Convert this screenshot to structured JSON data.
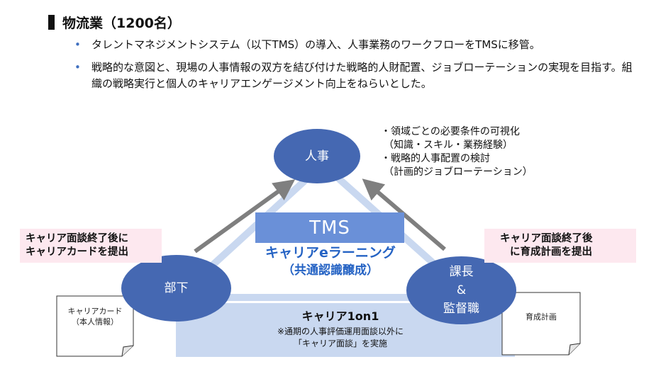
{
  "heading": "物流業（1200名）",
  "bullets": [
    "タレントマネジメントシステム（以下TMS）の導入、人事業務のワークフローをTMSに移管。",
    "戦略的な意図と、現場の人事情報の双方を結び付けた戦略的人財配置、ジョブローテーションの実現を目指す。組織の戦略実行と個人のキャリアエンゲージメント向上をねらいとした。"
  ],
  "bullet_marker": "•",
  "diagram": {
    "hr_circle": "人事",
    "subordinate_circle": "部下",
    "manager_circle": [
      "課長",
      "&",
      "監督職"
    ],
    "hr_notes": [
      "・領域ごとの必要条件の可視化",
      "（知識・スキル・業務経験）",
      "・戦略的人事配置の検討",
      "（計画的ジョブローテーション）"
    ],
    "left_callout": [
      "キャリア面談終了後に",
      "キャリアカードを提出"
    ],
    "right_callout": [
      "キャリア面談終了後",
      "に育成計画を提出"
    ],
    "tms_label": "TMS",
    "elearning": [
      "キャリアeラーニング",
      "（共通認識醸成）"
    ],
    "oneon1_title": "キャリア1on1",
    "oneon1_notes": [
      "※通期の人事評価運用面談以外に",
      "「キャリア面談」を実施"
    ],
    "left_doc": [
      "キャリアカード",
      "（本人情報）"
    ],
    "right_doc": "育成計画"
  },
  "colors": {
    "circle": "#4568b2",
    "tms_box": "#6a90d8",
    "triangle": "#c9d8f0",
    "bottom_band": "#c9d8f0",
    "arrow": "#7f7f7f",
    "pink_callout": "#fde8ef",
    "blue_text": "#2563c4"
  }
}
